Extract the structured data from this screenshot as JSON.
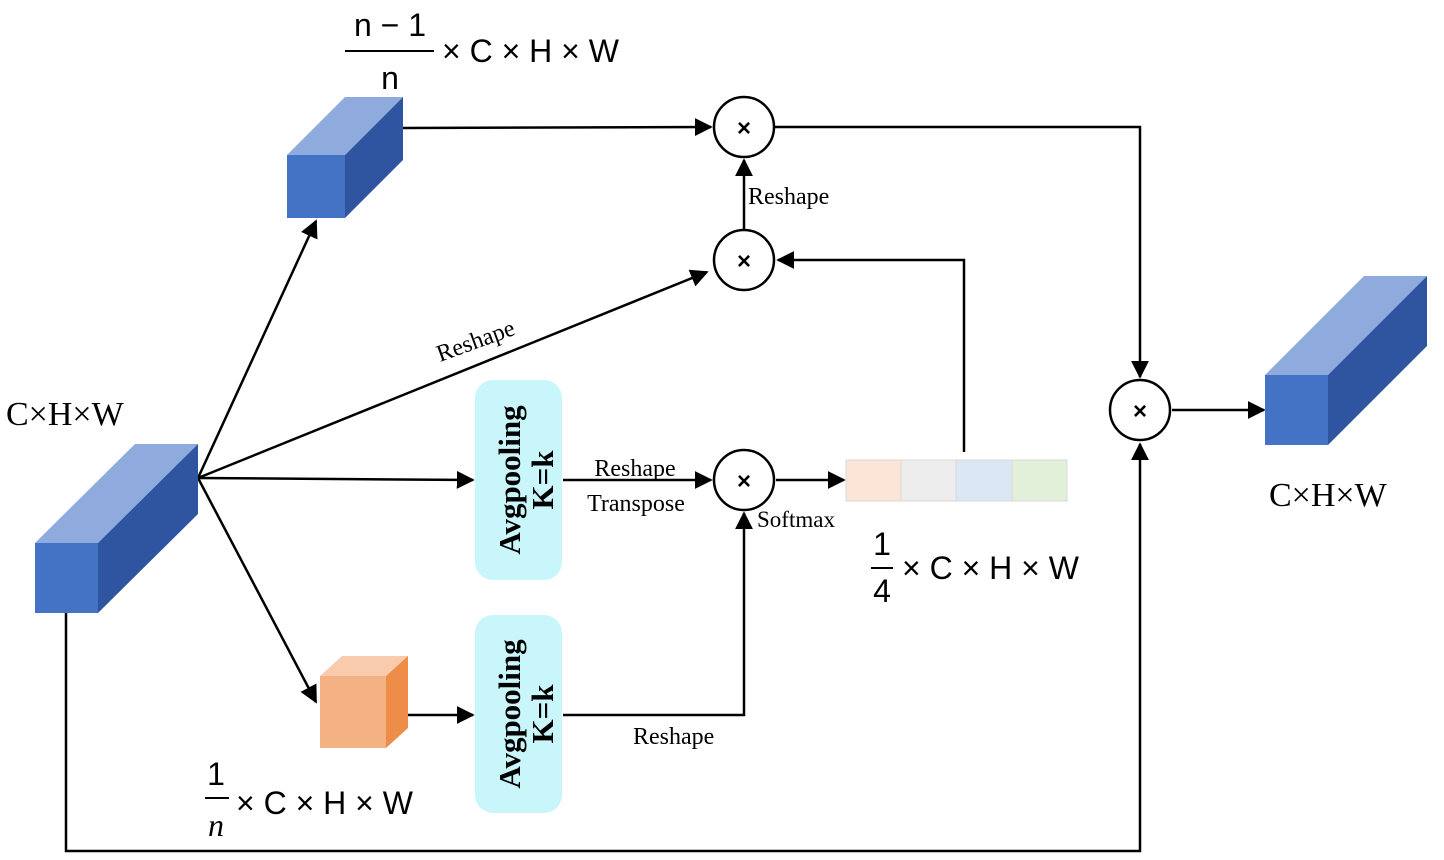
{
  "diagram": {
    "shapes": {
      "input": "C×H×W",
      "top_branch_numerator": "n − 1",
      "top_branch_denominator": "n",
      "top_branch_rest": "× C × H × W",
      "bottom_branch_numerator": "1",
      "bottom_branch_denominator": "n",
      "bottom_branch_rest": "× C × H × W",
      "quarter_numerator": "1",
      "quarter_denominator": "4",
      "quarter_rest": "× C × H × W",
      "output": "C×H×W"
    },
    "ops": {
      "multiply_symbol": "×",
      "reshape": "Reshape",
      "transpose": "Transpose",
      "softmax": "Softmax",
      "avgpooling": "Avgpooling",
      "kernel": "K=k"
    },
    "colors": {
      "cube_front": "#4472c4",
      "cube_top": "#8faadc",
      "cube_side": "#2f55a0",
      "small_cube_front": "#f4b183",
      "small_cube_top": "#f8cbad",
      "small_cube_side": "#ed8d47",
      "pool_fill": "#c8f6fa",
      "strip": [
        "#fbe5d6",
        "#ededed",
        "#dae8f6",
        "#e2f0d9"
      ]
    }
  }
}
